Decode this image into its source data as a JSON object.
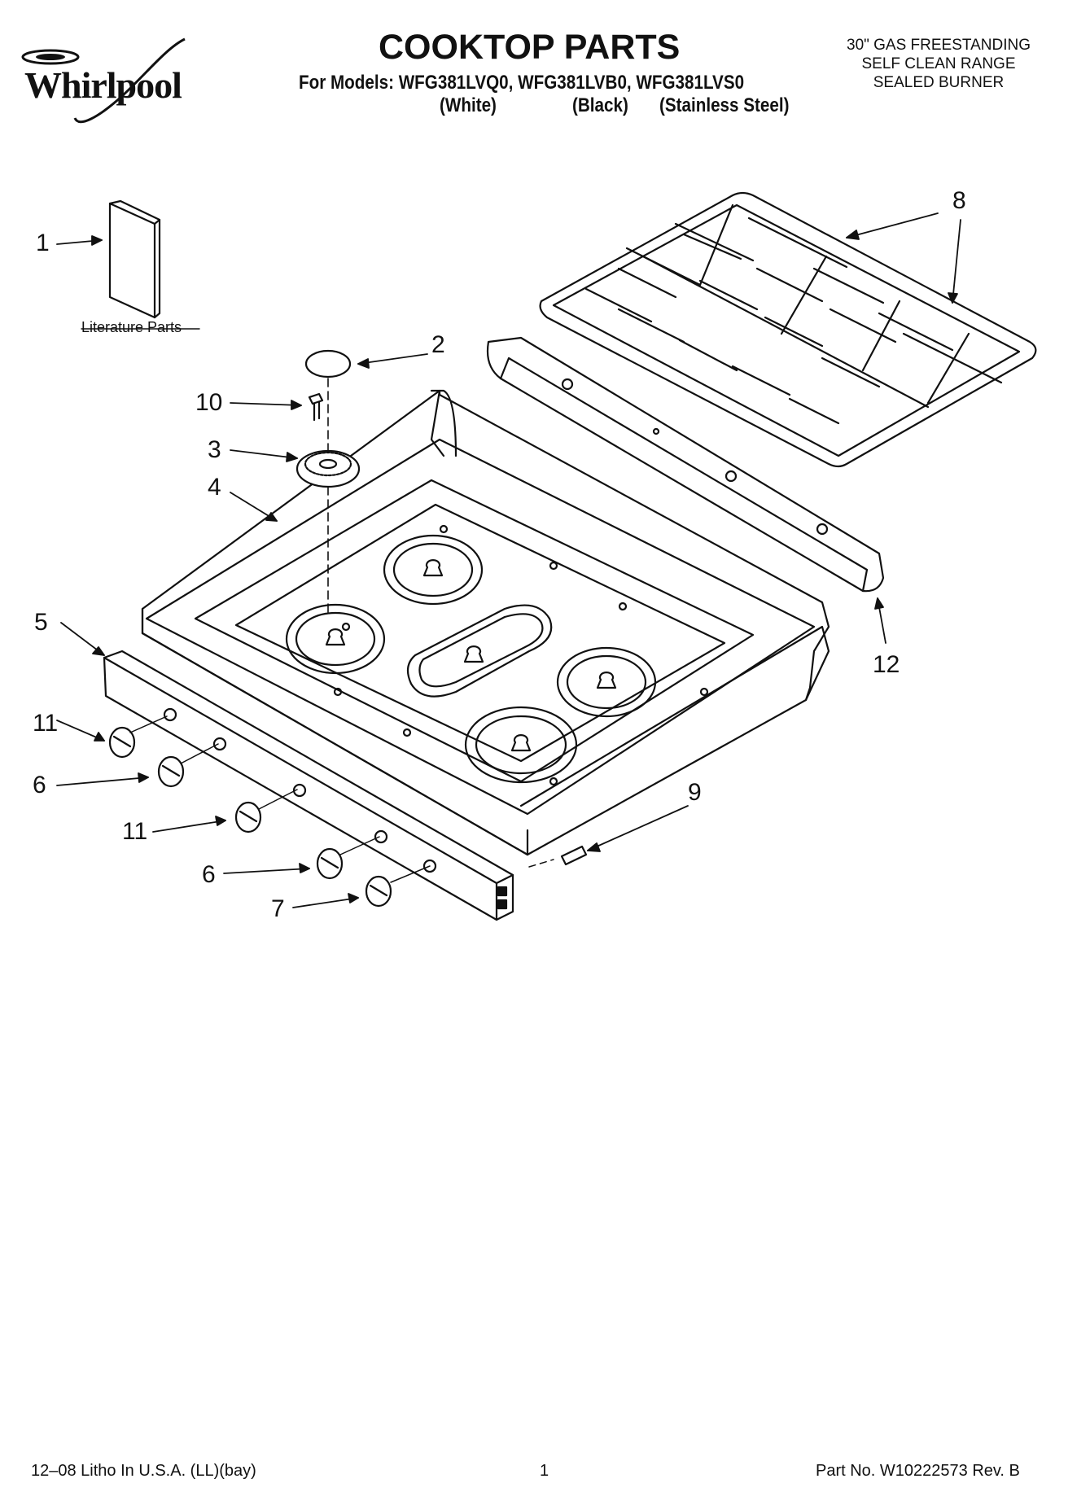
{
  "brand": {
    "logo_text": "Whirlpool"
  },
  "header": {
    "title": "COOKTOP PARTS",
    "models_line": "For Models: WFG381LVQ0, WFG381LVB0, WFG381LVS0",
    "finishes": [
      "(White)",
      "(Black)",
      "(Stainless Steel)"
    ],
    "description": [
      "30\" GAS FREESTANDING",
      "SELF CLEAN RANGE",
      "SEALED BURNER"
    ]
  },
  "diagram": {
    "literature_label": "Literature Parts",
    "callouts": [
      "1",
      "2",
      "10",
      "3",
      "4",
      "5",
      "11",
      "6",
      "11",
      "6",
      "7",
      "8",
      "9",
      "12"
    ]
  },
  "footer": {
    "left": "12–08 Litho In U.S.A. (LL)(bay)",
    "page": "1",
    "part_no": "Part No. W10222573 Rev. B"
  }
}
